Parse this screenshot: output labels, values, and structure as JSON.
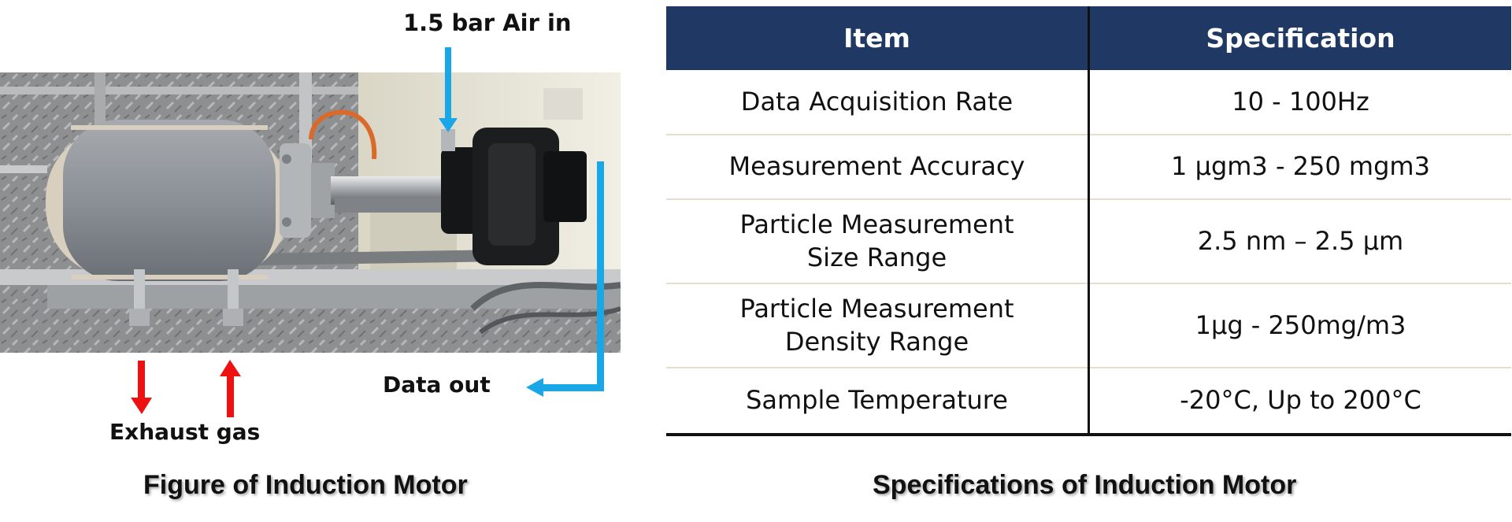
{
  "figure": {
    "labels": {
      "air_in": "1.5 bar Air in",
      "data_out": "Data out",
      "exhaust": "Exhaust gas"
    },
    "caption": "Figure of Induction Motor",
    "arrow_colors": {
      "air": "#1aa7e8",
      "exhaust": "#ee1111"
    }
  },
  "table": {
    "headers": [
      "Item",
      "Specification"
    ],
    "header_color": "#1f3864",
    "rows": [
      {
        "item": "Data Acquisition Rate",
        "spec": "10 - 100Hz"
      },
      {
        "item": "Measurement Accuracy",
        "spec": "1 μgm3 - 250 mgm3"
      },
      {
        "item": "Particle Measurement\nSize Range",
        "spec": "2.5 nm – 2.5 μm"
      },
      {
        "item": "Particle Measurement\nDensity Range",
        "spec": "1μg - 250mg/m3"
      },
      {
        "item": "Sample Temperature",
        "spec": "-20°C, Up to 200°C"
      }
    ],
    "caption": "Specifications of Induction Motor"
  }
}
